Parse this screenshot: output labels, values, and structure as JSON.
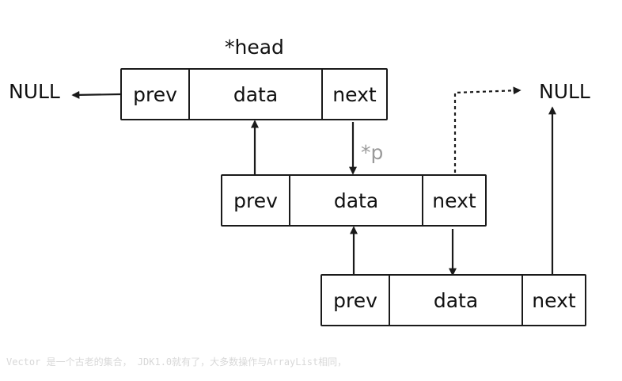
{
  "head_label": "*head",
  "pointer_label": "*p",
  "null_left": "NULL",
  "null_right": "NULL",
  "nodes": [
    {
      "prev": "prev",
      "data": "data",
      "next": "next"
    },
    {
      "prev": "prev",
      "data": "data",
      "next": "next"
    },
    {
      "prev": "prev",
      "data": "data",
      "next": "next"
    }
  ],
  "background_text": "Vector 是一个古老的集合， JDK1.0就有了，大多数操作与ArrayList相同，"
}
